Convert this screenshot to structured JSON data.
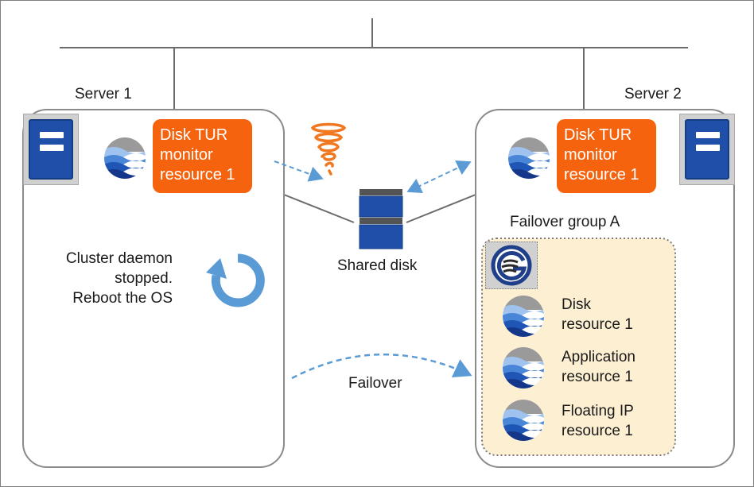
{
  "server1": {
    "label": "Server 1",
    "monitor_label": [
      "Disk TUR",
      "monitor",
      "resource 1"
    ],
    "status_text": [
      "Cluster daemon",
      "stopped.",
      "Reboot the OS"
    ]
  },
  "server2": {
    "label": "Server 2",
    "monitor_label": [
      "Disk TUR",
      "monitor",
      "resource 1"
    ]
  },
  "shared_disk_label": "Shared disk",
  "failover_label": "Failover",
  "failover_group": {
    "title": "Failover group A",
    "resources": [
      {
        "line1": "Disk",
        "line2": "resource 1"
      },
      {
        "line1": "Application",
        "line2": "resource 1"
      },
      {
        "line1": "Floating IP",
        "line2": "resource 1"
      }
    ]
  },
  "colors": {
    "monitor_box": "#f5630f",
    "group_box": "#fdefd2",
    "arrow": "#5b9bd5",
    "server_icon": "#1f4fa8",
    "disk": "#1f4fa8",
    "reboot_arrow": "#5b9bd5",
    "fault_icon": "#f07820"
  },
  "icons": [
    "server-icon",
    "cluster-resource-icon",
    "tornado-icon",
    "shared-disk-icon",
    "reboot-icon",
    "group-icon"
  ]
}
